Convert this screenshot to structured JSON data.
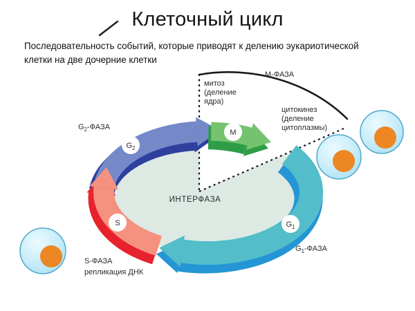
{
  "slide": {
    "title": "Клеточный цикл",
    "subtitle_lines": [
      "Последовательность событий, которые приводят к делению эукариотической",
      "клетки на две дочерние клетки"
    ]
  },
  "diagram": {
    "interphase_label": "ИНТЕРФАЗА",
    "interphase_fill": "#dde9e3",
    "m_phase_label": "М-ФАЗА",
    "mitosis_note": [
      "митоз",
      "(деление",
      "ядра)"
    ],
    "cytokinesis_note": [
      "цитокинез",
      "(деление",
      "цитоплазмы)"
    ],
    "phases": {
      "g2": {
        "badge": "G",
        "badge_sub": "2",
        "label": "G",
        "label_sub": "2",
        "label_suffix": "-ФАЗА",
        "face": "#7589c9",
        "side": "#2e3f9e"
      },
      "s": {
        "badge": "S",
        "label_line1": "S-ФАЗА",
        "label_line2": "репликация ДНК",
        "face": "#f5917f",
        "side": "#e7222d"
      },
      "g1": {
        "badge": "G",
        "badge_sub": "1",
        "label": "G",
        "label_sub": "1",
        "label_suffix": "-ФАЗА",
        "face": "#53bdc9",
        "side": "#2495d5"
      },
      "m": {
        "badge": "M",
        "face": "#76c36f",
        "side": "#2f9d48"
      }
    },
    "cell": {
      "body_color": "#c9edf9",
      "outline_color": "#4fa8cb",
      "nucleus_color": "#ec8723"
    }
  }
}
